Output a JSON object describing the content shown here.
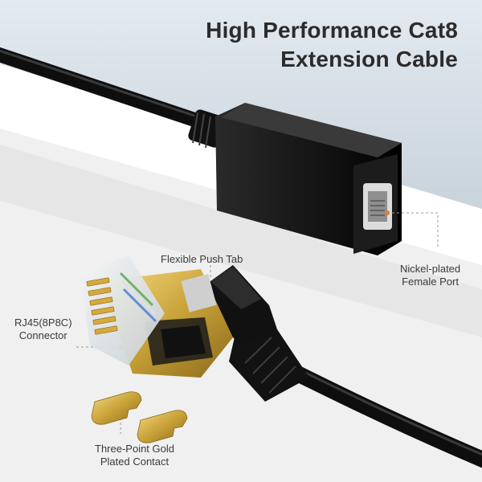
{
  "title": {
    "line1": "High Performance Cat8",
    "line2": "Extension Cable"
  },
  "callouts": {
    "push_tab": "Flexible Push Tab",
    "rj45_line1": "RJ45(8P8C)",
    "rj45_line2": "Connector",
    "port_line1": "Nickel-plated",
    "port_line2": "Female Port",
    "gold_line1": "Three-Point Gold",
    "gold_line2": "Plated Contact"
  },
  "colors": {
    "background_band": "#d9e2ea",
    "cable": "#0e0e0e",
    "gold": "#c9a238",
    "callout_dot": "#e07b39"
  }
}
